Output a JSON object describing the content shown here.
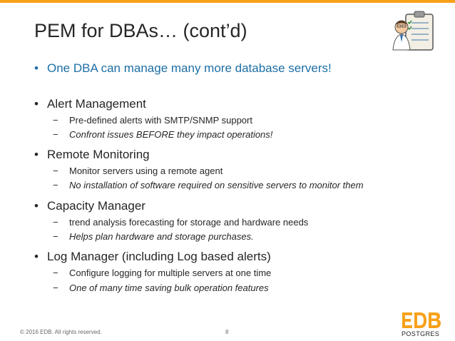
{
  "slide": {
    "title": "PEM for DBAs… (cont’d)",
    "lead": "One DBA can manage many more database servers!",
    "bullet_glyph": "•",
    "dash_glyph": "−",
    "sections": [
      {
        "heading": "Alert Management",
        "items": [
          {
            "text": "Pre-defined alerts with SMTP/SNMP support",
            "italic": false
          },
          {
            "text": "Confront issues BEFORE they impact operations!",
            "italic": true
          }
        ]
      },
      {
        "heading": "Remote Monitoring",
        "items": [
          {
            "text": "Monitor servers using a remote agent",
            "italic": false
          },
          {
            "text": "No installation of software required on sensitive servers to monitor them",
            "italic": true
          }
        ]
      },
      {
        "heading": "Capacity Manager",
        "items": [
          {
            "text": "trend analysis forecasting for storage and hardware needs",
            "italic": false
          },
          {
            "text": "Helps plan hardware and storage purchases.",
            "italic": true
          }
        ]
      },
      {
        "heading": "Log Manager (including Log based alerts)",
        "items": [
          {
            "text": "Configure logging for multiple servers at one time",
            "italic": false
          },
          {
            "text": "One of many time saving bulk operation features",
            "italic": true
          }
        ]
      }
    ]
  },
  "footer": {
    "copyright": "© 2016 EDB. All rights reserved.",
    "page_number": "8"
  },
  "logo": {
    "name": "EDB",
    "tagline": "POSTGRES",
    "accent": "#f7a11a"
  },
  "icon": "checklist-person-icon",
  "colors": {
    "accent_bar": "#f7a11a",
    "lead_text": "#1d6fa5",
    "body_text": "#262626"
  }
}
